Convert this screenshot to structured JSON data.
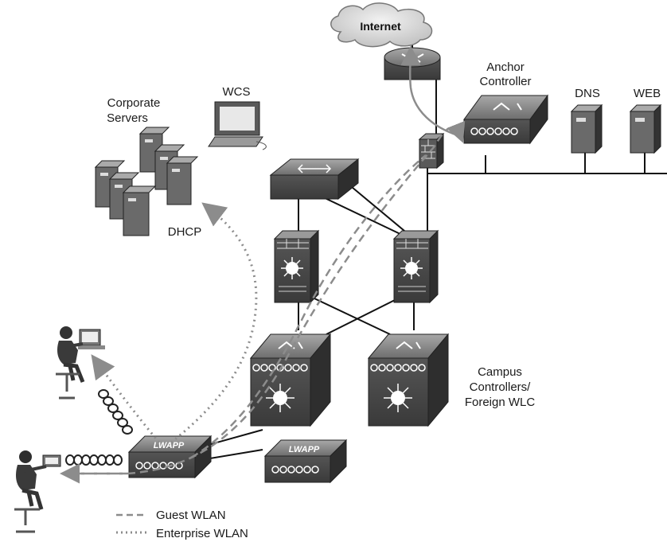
{
  "labels": {
    "internet": "Internet",
    "anchor_line1": "Anchor",
    "anchor_line2": "Controller",
    "dns": "DNS",
    "web": "WEB",
    "wcs": "WCS",
    "corp_line1": "Corporate",
    "corp_line2": "Servers",
    "dhcp": "DHCP",
    "campus_line1": "Campus",
    "campus_line2": "Controllers/",
    "campus_line3": "Foreign WLC",
    "ap1": "LWAPP",
    "ap2": "LWAPP"
  },
  "legend": {
    "guest": "Guest WLAN",
    "enterprise": "Enterprise WLAN"
  },
  "colors": {
    "device_front": "#4a4a4a",
    "device_top": "#8a8a8a",
    "device_side": "#2e2e2e",
    "link": "#111111",
    "guest_path": "#9a9a9a",
    "enterprise_path": "#9a9a9a",
    "cloud": "#d0d0d0"
  }
}
